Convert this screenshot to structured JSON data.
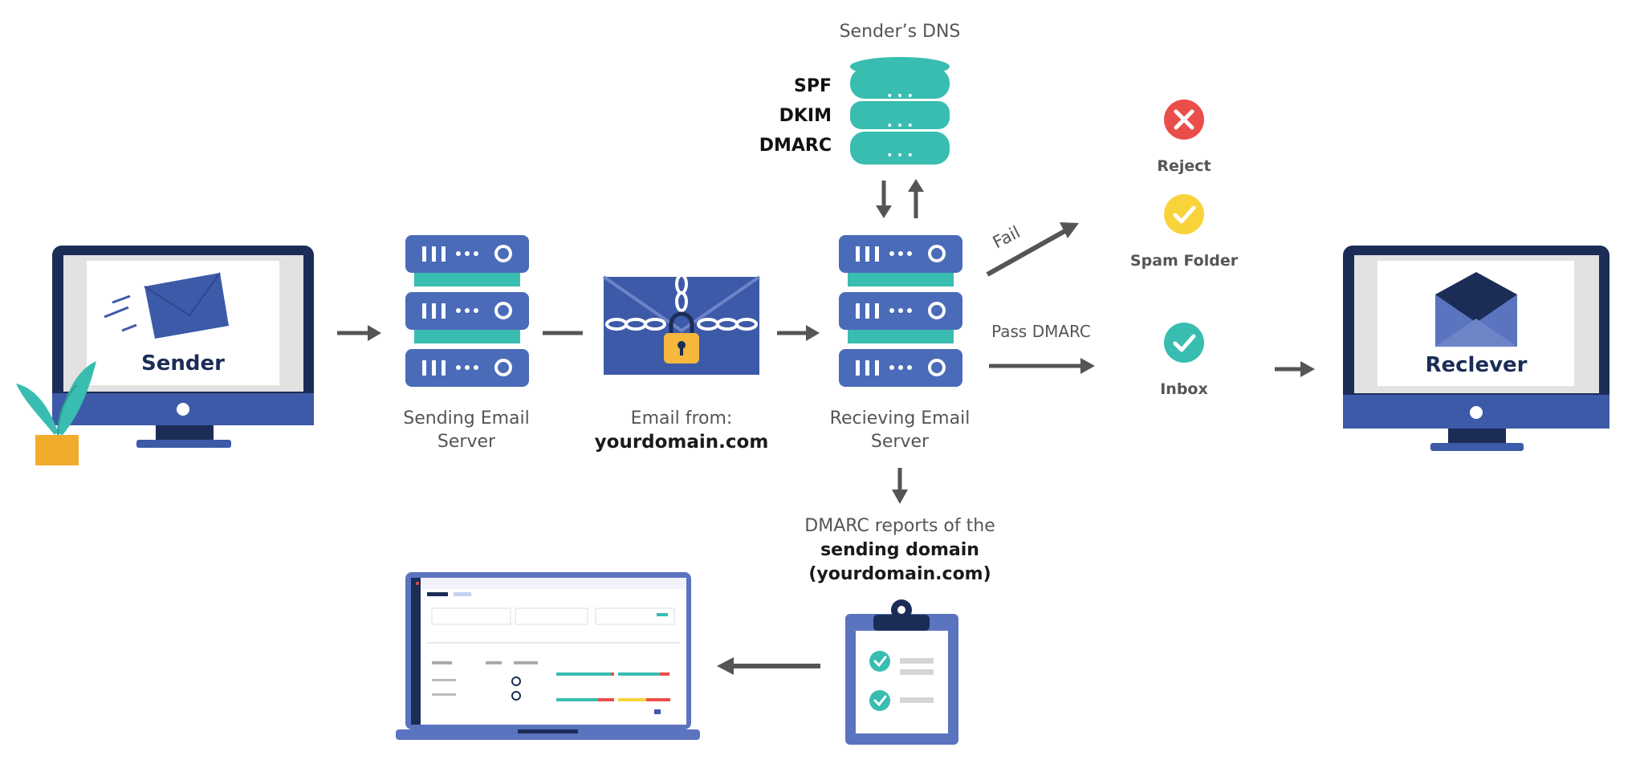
{
  "colors": {
    "navy": "#1b2d57",
    "blue": "#3d5aa8",
    "server_blue": "#4a6bb8",
    "teal": "#38bdb0",
    "arrow": "#555555",
    "red": "#ea4e4a",
    "yellow": "#f8d33a",
    "lock": "#f5b73c",
    "pot": "#f2ac2b"
  },
  "dns": {
    "title": "Sender’s DNS",
    "records": [
      "SPF",
      "DKIM",
      "DMARC"
    ],
    "dots": "• • •"
  },
  "sender": {
    "label": "Sender"
  },
  "receiver": {
    "label": "Reclever"
  },
  "sending_server": {
    "line1": "Sending Email",
    "line2": "Server"
  },
  "email": {
    "line1": "Email from:",
    "line2": "yourdomain.com"
  },
  "receiving_server": {
    "line1": "Recieving Email",
    "line2": "Server"
  },
  "flow": {
    "fail": "Fail",
    "pass": "Pass DMARC"
  },
  "outcomes": {
    "reject": "Reject",
    "spam": "Spam Folder",
    "inbox": "Inbox"
  },
  "reports": {
    "line1": "DMARC reports of the",
    "line2": "sending domain",
    "line3": "(yourdomain.com)"
  }
}
